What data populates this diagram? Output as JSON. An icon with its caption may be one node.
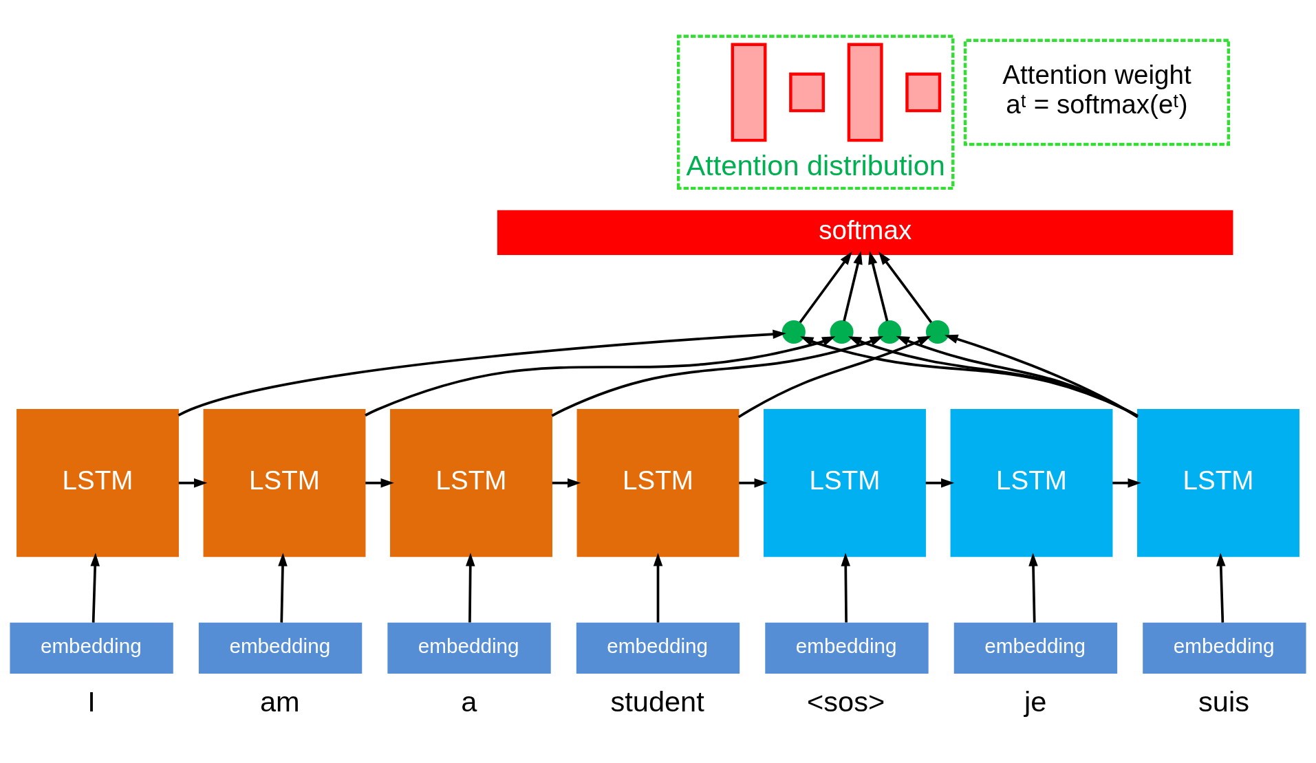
{
  "diagram": {
    "nodes": [
      {
        "text": [
          "Attention distribution"
        ]
      },
      {
        "text": [],
        "shape": "bar",
        "in": 0
      },
      {
        "text": [],
        "shape": "bar",
        "in": 0
      },
      {
        "text": [],
        "shape": "bar",
        "in": 0
      },
      {
        "text": [],
        "shape": "bar",
        "in": 0
      },
      {
        "text": [
          "Attention weight",
          "aᵗ = softmax(eᵗ)"
        ]
      },
      {
        "text": [
          "softmax"
        ]
      },
      {
        "text": [],
        "shape": "circle"
      },
      {
        "text": [],
        "shape": "circle"
      },
      {
        "text": [],
        "shape": "circle"
      },
      {
        "text": [],
        "shape": "circle"
      },
      {
        "text": [
          "LSTM"
        ]
      },
      {
        "text": [
          "LSTM"
        ]
      },
      {
        "text": [
          "LSTM"
        ]
      },
      {
        "text": [
          "LSTM"
        ]
      },
      {
        "text": [
          "LSTM"
        ]
      },
      {
        "text": [
          "LSTM"
        ]
      },
      {
        "text": [
          "LSTM"
        ]
      },
      {
        "text": [
          "embedding"
        ],
        "beside": [
          "I"
        ]
      },
      {
        "text": [
          "embedding"
        ],
        "beside": [
          "am"
        ]
      },
      {
        "text": [
          "embedding"
        ],
        "beside": [
          "a"
        ]
      },
      {
        "text": [
          "embedding"
        ],
        "beside": [
          "student"
        ]
      },
      {
        "text": [
          "embedding"
        ],
        "beside": [
          "<sos>"
        ]
      },
      {
        "text": [
          "embedding"
        ],
        "beside": [
          "je"
        ]
      },
      {
        "text": [
          "embedding"
        ],
        "beside": [
          "suis"
        ]
      }
    ],
    "edges": [
      {
        "from": 18,
        "to": 11,
        "arrow": "to"
      },
      {
        "from": 19,
        "to": 12,
        "arrow": "to"
      },
      {
        "from": 20,
        "to": 13,
        "arrow": "to"
      },
      {
        "from": 21,
        "to": 14,
        "arrow": "to"
      },
      {
        "from": 22,
        "to": 15,
        "arrow": "to"
      },
      {
        "from": 23,
        "to": 16,
        "arrow": "to"
      },
      {
        "from": 24,
        "to": 17,
        "arrow": "to"
      },
      {
        "from": 11,
        "to": 12,
        "arrow": "to"
      },
      {
        "from": 12,
        "to": 13,
        "arrow": "to"
      },
      {
        "from": 13,
        "to": 14,
        "arrow": "to"
      },
      {
        "from": 14,
        "to": 15,
        "arrow": "to"
      },
      {
        "from": 15,
        "to": 16,
        "arrow": "to"
      },
      {
        "from": 16,
        "to": 17,
        "arrow": "to"
      },
      {
        "from": 11,
        "to": 7,
        "arrow": "to"
      },
      {
        "from": 12,
        "to": 8,
        "arrow": "to"
      },
      {
        "from": 13,
        "to": 9,
        "arrow": "to"
      },
      {
        "from": 14,
        "to": 10,
        "arrow": "to"
      },
      {
        "from": 17,
        "to": 7,
        "arrow": "to"
      },
      {
        "from": 17,
        "to": 8,
        "arrow": "to"
      },
      {
        "from": 17,
        "to": 9,
        "arrow": "to"
      },
      {
        "from": 17,
        "to": 10,
        "arrow": "to"
      },
      {
        "from": 7,
        "to": 6,
        "arrow": "to"
      },
      {
        "from": 8,
        "to": 6,
        "arrow": "to"
      },
      {
        "from": 9,
        "to": 6,
        "arrow": "to"
      },
      {
        "from": 10,
        "to": 6,
        "arrow": "to"
      }
    ]
  }
}
